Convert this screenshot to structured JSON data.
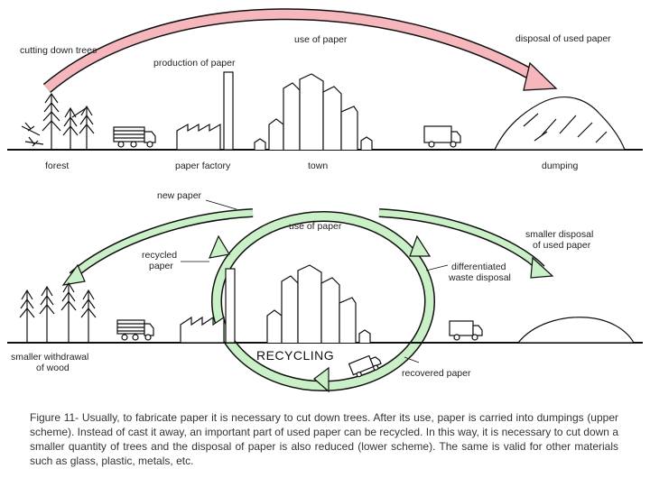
{
  "upper": {
    "cutting_down_trees": "cutting down trees",
    "production_of_paper": "production of paper",
    "use_of_paper": "use of paper",
    "disposal_of_used_paper": "disposal of used paper",
    "forest": "forest",
    "paper_factory": "paper factory",
    "town": "town",
    "dumping": "dumping"
  },
  "lower": {
    "new_paper": "new paper",
    "use_of_paper": "use of paper",
    "smaller_disposal_line1": "smaller disposal",
    "smaller_disposal_line2": "of used paper",
    "recycled_line1": "recycled",
    "recycled_line2": "paper",
    "differentiated_line1": "differentiated",
    "differentiated_line2": "waste disposal",
    "smaller_withdrawal_line1": "smaller withdrawal",
    "smaller_withdrawal_line2": "of wood",
    "recycling": "RECYCLING",
    "recovered_paper": "recovered paper"
  },
  "caption": "Figure 11- Usually, to fabricate paper it is necessary to cut down trees. After its use, paper is carried into dumpings (upper scheme). Instead of cast it away, an important part of used paper can be recycled. In this way, it is necessary to cut down a smaller quantity of trees and the disposal of paper is also reduced (lower scheme). The same is valid for other materials such as glass, plastic, metals, etc.",
  "colors": {
    "upper_arrow": "#f5b7bb",
    "lower_arrows": "#c9f0c6",
    "outline": "#111111"
  }
}
